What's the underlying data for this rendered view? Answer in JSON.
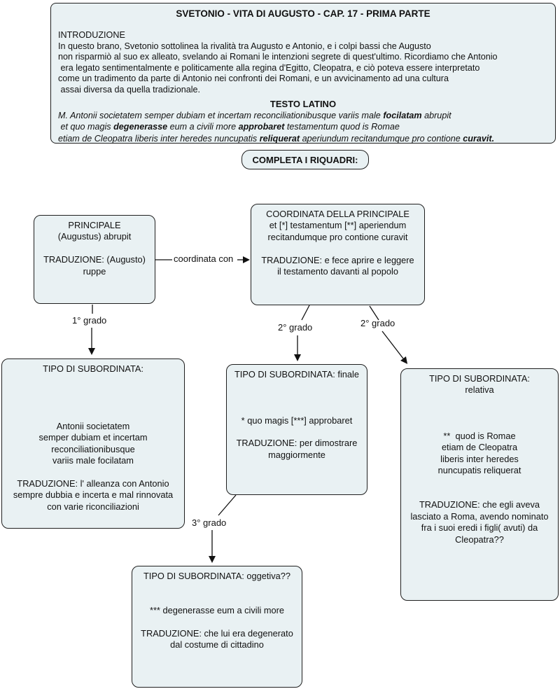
{
  "colors": {
    "box_fill": "#e9f1f3",
    "box_border": "#1f1f1f",
    "text": "#111111",
    "page_background": "#ffffff"
  },
  "header": {
    "title": "SVETONIO - VITA DI AUGUSTO - CAP. 17 - PRIMA PARTE",
    "intro_label": "INTRODUZIONE",
    "intro_lines": [
      "In questo brano, Svetonio sottolinea la rivalità tra Augusto e Antonio, e i colpi bassi che Augusto",
      "non risparmiò al suo ex alleato, svelando ai Romani le intenzioni segrete di quest'ultimo. Ricordiamo che Antonio",
      " era legato sentimentalmente e politicamente alla regina d'Egitto, Cleopatra, e ciò poteva essere interpretato",
      "come un tradimento da parte di Antonio nei confronti dei Romani, e un avvicinamento ad una cultura",
      " assai diversa da quella tradizionale."
    ],
    "latin_title": "TESTO LATINO",
    "latin_lines": [
      [
        {
          "t": "M. Antonii societatem semper dubiam et incertam reconciliationibusque variis male ",
          "b": 0
        },
        {
          "t": "focilatam",
          "b": 1
        },
        {
          "t": " abrupit",
          "b": 0
        }
      ],
      [
        {
          "t": " et quo magis ",
          "b": 0
        },
        {
          "t": "degenerasse",
          "b": 1
        },
        {
          "t": " eum a civili more ",
          "b": 0
        },
        {
          "t": "approbaret",
          "b": 1
        },
        {
          "t": " testamentum quod is Romae",
          "b": 0
        }
      ],
      [
        {
          "t": "etiam de Cleopatra liberis inter heredes nuncupatis ",
          "b": 0
        },
        {
          "t": "reliquerat",
          "b": 1
        },
        {
          "t": " aperiundum recitandumque pro contione ",
          "b": 0
        },
        {
          "t": "curavit.",
          "b": 1
        }
      ]
    ]
  },
  "completa": {
    "label": "COMPLETA I RIQUADRI:"
  },
  "nodes": {
    "principale": {
      "lines": [
        "PRINCIPALE",
        "(Augustus) abrupit",
        "",
        "TRADUZIONE: (Augusto)",
        "ruppe"
      ]
    },
    "coordinata": {
      "lines": [
        "COORDINATA DELLA PRINCIPALE",
        "et [*] testamentum [**] aperiendum",
        "recitandumque pro contione curavit",
        "",
        "TRADUZIONE: e fece aprire e leggere",
        "il testamento davanti al popolo"
      ]
    },
    "subordinata1": {
      "lines": [
        "TIPO DI SUBORDINATA:",
        "",
        "",
        "",
        "",
        "Antonii societatem",
        "semper dubiam et incertam",
        "reconciliationibusque",
        "variis male focilatam",
        "",
        "TRADUZIONE: l' alleanza con Antonio",
        "sempre dubbia e incerta e mal rinnovata",
        "con varie riconciliazioni"
      ]
    },
    "subordinata2": {
      "lines": [
        "TIPO DI SUBORDINATA: finale",
        "",
        "",
        "",
        "* quo magis [***] approbaret",
        "",
        "TRADUZIONE: per dimostrare",
        "maggiormente"
      ]
    },
    "subordinata3": {
      "lines": [
        "TIPO DI SUBORDINATA:",
        "relativa",
        "",
        "",
        "",
        "**  quod is Romae",
        "etiam de Cleopatra",
        "liberis inter heredes",
        "nuncupatis reliquerat",
        "",
        "",
        "TRADUZIONE: che egli aveva",
        "lasciato a Roma, avendo nominato",
        "fra i suoi eredi i figli( avuti) da",
        "Cleopatra??"
      ]
    },
    "subordinata4": {
      "lines": [
        "TIPO DI SUBORDINATA: oggetiva??",
        "",
        "",
        "*** degenerasse eum a civili more",
        "",
        "TRADUZIONE: che lui era degenerato",
        "dal costume di cittadino"
      ]
    }
  },
  "connectors": {
    "coordinata_label": "coordinata con",
    "grado1": "1° grado",
    "grado2a": "2° grado",
    "grado2b": "2° grado",
    "grado3": "3° grado"
  }
}
